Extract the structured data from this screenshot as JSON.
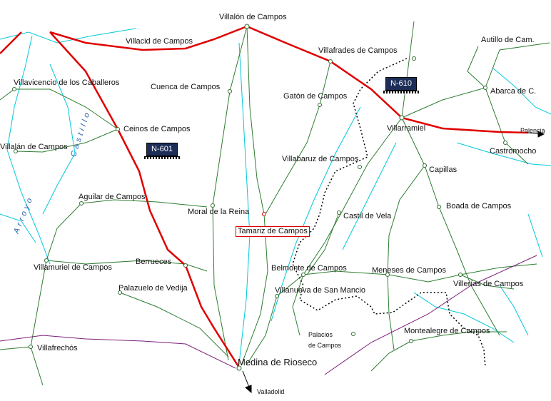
{
  "towns": [
    {
      "id": "villalon",
      "name": "Villalón de Campos"
    },
    {
      "id": "villacid",
      "name": "Villacid de Campos"
    },
    {
      "id": "villafrades",
      "name": "Villafrades de Campos"
    },
    {
      "id": "autillo",
      "name": "Autillo de Cam."
    },
    {
      "id": "villavicencio",
      "name": "Villavicencio de los Caballeros"
    },
    {
      "id": "cuenca",
      "name": "Cuenca de Campos"
    },
    {
      "id": "gaton",
      "name": "Gatón de Campos"
    },
    {
      "id": "abarca",
      "name": "Abarca de C."
    },
    {
      "id": "villarramiel",
      "name": "Villarramiel"
    },
    {
      "id": "ceinos",
      "name": "Ceinos de Campos"
    },
    {
      "id": "villalan",
      "name": "Villalán de Campos"
    },
    {
      "id": "castromocho",
      "name": "Castromocho"
    },
    {
      "id": "villabaruz",
      "name": "Villabaruz de Campos"
    },
    {
      "id": "capillas",
      "name": "Capillas"
    },
    {
      "id": "aguilar",
      "name": "Aguilar de Campos"
    },
    {
      "id": "moral",
      "name": "Moral de la Reina"
    },
    {
      "id": "castil",
      "name": "Castil de Vela"
    },
    {
      "id": "boada",
      "name": "Boada de Campos"
    },
    {
      "id": "tamariz",
      "name": "Tamariz de Campos"
    },
    {
      "id": "villamuriel",
      "name": "Villamuriel de Campos"
    },
    {
      "id": "berrueces",
      "name": "Berrueces"
    },
    {
      "id": "belmonte",
      "name": "Belmonte de Campos"
    },
    {
      "id": "meneses",
      "name": "Meneses de Campos"
    },
    {
      "id": "villerias",
      "name": "Villerías de Campos"
    },
    {
      "id": "palazuelo",
      "name": "Palazuelo de Vedija"
    },
    {
      "id": "villanueva",
      "name": "Villanueva de San Mancio"
    },
    {
      "id": "palacios",
      "name": "Palacios\nde Campos"
    },
    {
      "id": "montealegre",
      "name": "Montealegre de Campos"
    },
    {
      "id": "villafrechos",
      "name": "Villafrechós"
    },
    {
      "id": "medina",
      "name": "Medina de Rioseco"
    }
  ],
  "roads": {
    "n601": "N-601",
    "n610": "N-610",
    "palencia": "Palencia",
    "valladolid": "Valladolid"
  },
  "rivers": {
    "arroyo": "Arroyo",
    "castillo": "Castillo"
  },
  "colors": {
    "national_road": "#e00000",
    "local_road": "#2e7d32",
    "river": "#00c8d8",
    "railway": "#000000",
    "boundary": "#7a1f7a"
  }
}
